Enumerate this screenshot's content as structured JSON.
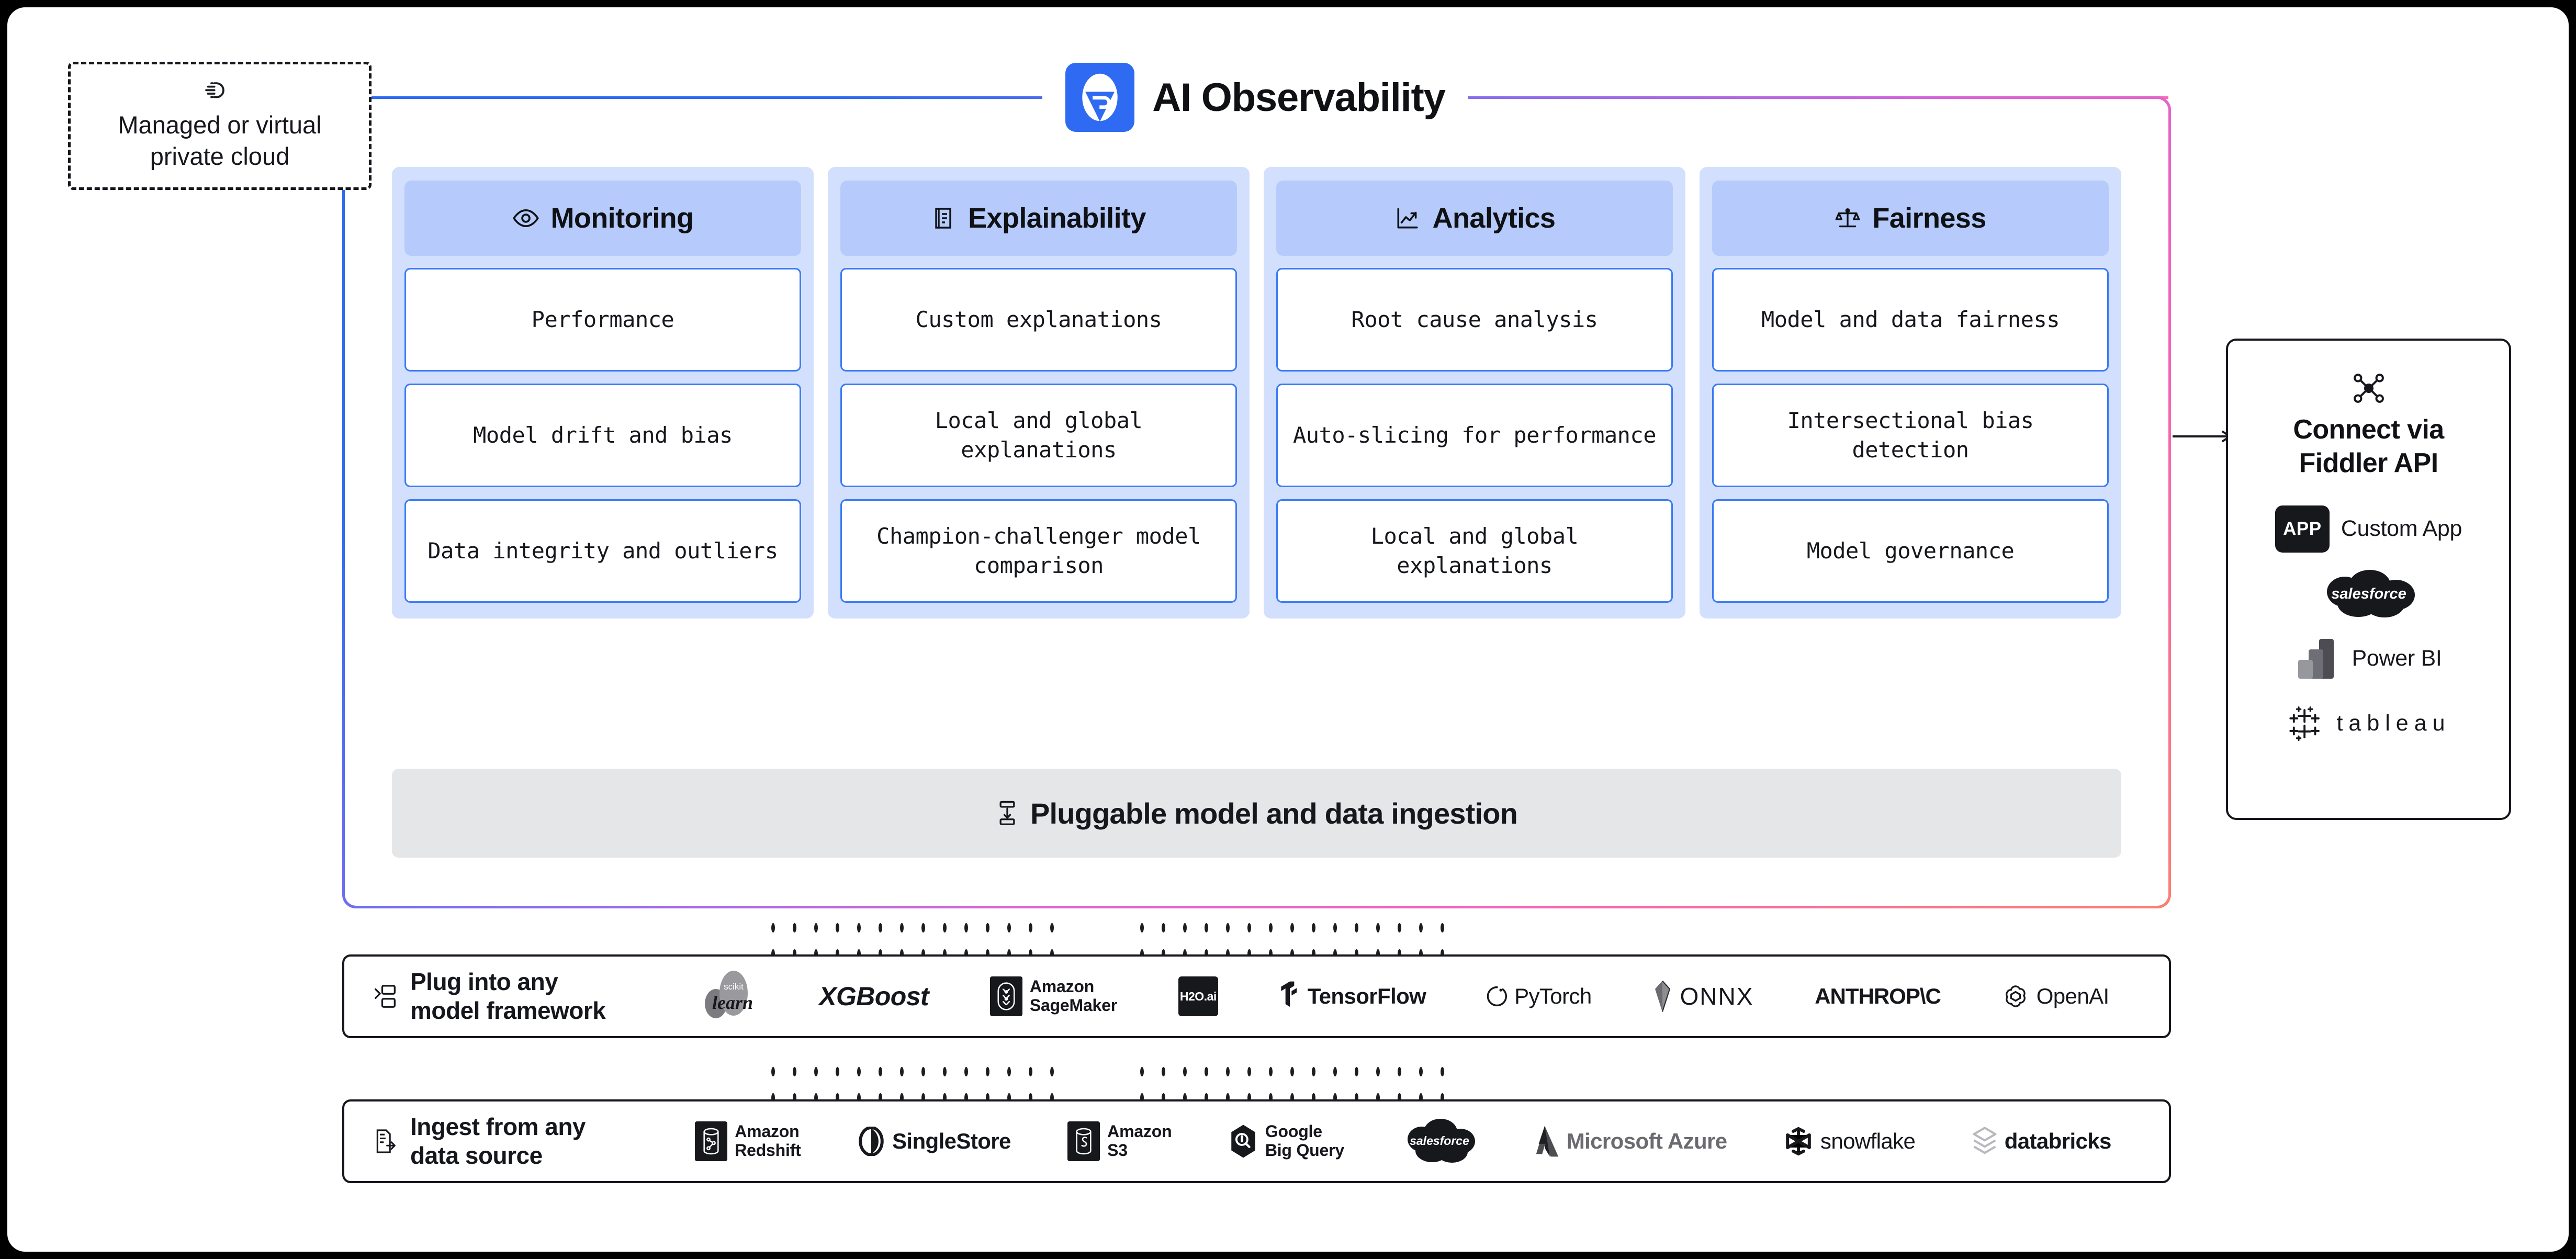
{
  "header": {
    "title": "AI Observability",
    "logo_icon": "fiddler-logo-icon",
    "accent_start": "#2f6bf2",
    "accent_end": "#fb7f73"
  },
  "private_cloud": {
    "icon": "cloud-dashed-icon",
    "line1": "Managed or virtual",
    "line2": "private cloud"
  },
  "pillars": [
    {
      "title": "Monitoring",
      "icon": "eye-icon",
      "cards": [
        "Performance",
        "Model drift and bias",
        "Data integrity and outliers"
      ]
    },
    {
      "title": "Explainability",
      "icon": "report-document-icon",
      "cards": [
        "Custom explanations",
        "Local and global explanations",
        "Champion-challenger model comparison"
      ]
    },
    {
      "title": "Analytics",
      "icon": "line-chart-icon",
      "cards": [
        "Root cause analysis",
        "Auto-slicing for performance",
        "Local and global explanations"
      ]
    },
    {
      "title": "Fairness",
      "icon": "balance-scale-icon",
      "cards": [
        "Model and data fairness",
        "Intersectional bias detection",
        "Model governance"
      ]
    }
  ],
  "ingestion_bar": {
    "icon": "data-ingestion-icon",
    "label": "Pluggable model and data ingestion"
  },
  "connect_panel": {
    "icon": "api-network-icon",
    "title_line1": "Connect via",
    "title_line2": "Fiddler API",
    "items": [
      {
        "icon": "app-badge-icon",
        "badge_text": "APP",
        "label": "Custom App"
      },
      {
        "icon": "salesforce-cloud-icon",
        "label": "salesforce"
      },
      {
        "icon": "power-bi-icon",
        "label": "Power BI"
      },
      {
        "icon": "tableau-icon",
        "label": "tableau"
      }
    ]
  },
  "frameworks_strip": {
    "icon": "plug-framework-icon",
    "label_line1": "Plug into any",
    "label_line2": "model framework",
    "logos": [
      {
        "icon": "scikit-learn-icon",
        "label": "scikit learn"
      },
      {
        "icon": "xgboost-icon",
        "label": "XGBoost"
      },
      {
        "icon": "aws-sagemaker-icon",
        "label_line1": "Amazon",
        "label_line2": "SageMaker"
      },
      {
        "icon": "h2o-ai-icon",
        "label": "H2O.ai"
      },
      {
        "icon": "tensorflow-icon",
        "label": "TensorFlow"
      },
      {
        "icon": "pytorch-icon",
        "label": "PyTorch"
      },
      {
        "icon": "onnx-icon",
        "label": "ONNX"
      },
      {
        "icon": "anthropic-icon",
        "label": "ANTHROP\\C"
      },
      {
        "icon": "openai-icon",
        "label": "OpenAI"
      }
    ]
  },
  "sources_strip": {
    "icon": "data-source-icon",
    "label_line1": "Ingest from any",
    "label_line2": "data source",
    "logos": [
      {
        "icon": "amazon-redshift-icon",
        "label_line1": "Amazon",
        "label_line2": "Redshift"
      },
      {
        "icon": "singlestore-icon",
        "label": "SingleStore"
      },
      {
        "icon": "amazon-s3-icon",
        "label_line1": "Amazon",
        "label_line2": "S3"
      },
      {
        "icon": "google-bigquery-icon",
        "label_line1": "Google",
        "label_line2": "Big Query"
      },
      {
        "icon": "salesforce-icon",
        "label": "salesforce"
      },
      {
        "icon": "microsoft-azure-icon",
        "label": "Microsoft Azure"
      },
      {
        "icon": "snowflake-icon",
        "label": "snowflake"
      },
      {
        "icon": "databricks-icon",
        "label": "databricks"
      }
    ]
  }
}
